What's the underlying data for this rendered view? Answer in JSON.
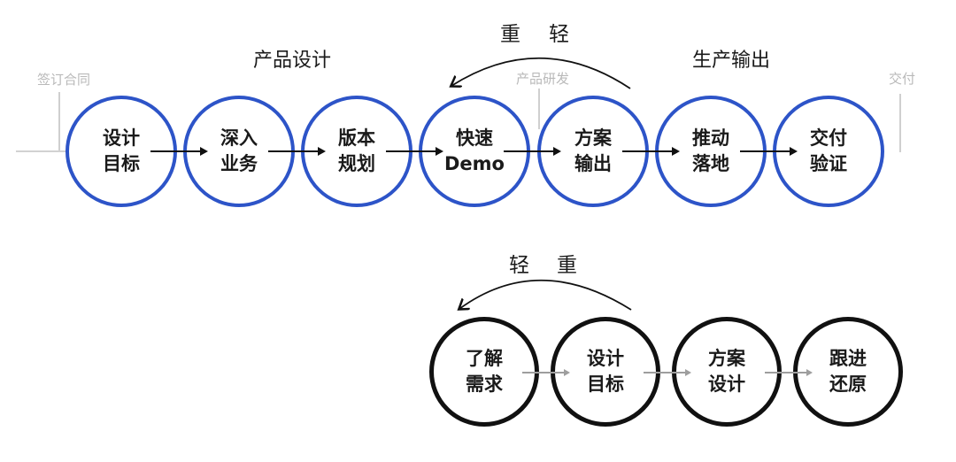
{
  "labels": {
    "product_design": "产品设计",
    "production_output": "生产输出",
    "top_pair": {
      "left": "重",
      "right": "轻"
    },
    "bottom_pair": {
      "left": "轻",
      "right": "重"
    }
  },
  "milestones": [
    {
      "label": "签订合同"
    },
    {
      "label": "产品研发"
    },
    {
      "label": "交付"
    }
  ],
  "top_flow": {
    "steps": [
      {
        "line1": "设计",
        "line2": "目标"
      },
      {
        "line1": "深入",
        "line2": "业务"
      },
      {
        "line1": "版本",
        "line2": "规划"
      },
      {
        "line1": "快速",
        "line2": "Demo"
      },
      {
        "line1": "方案",
        "line2": "输出"
      },
      {
        "line1": "推动",
        "line2": "落地"
      },
      {
        "line1": "交付",
        "line2": "验证"
      }
    ]
  },
  "bottom_flow": {
    "steps": [
      {
        "line1": "了解",
        "line2": "需求"
      },
      {
        "line1": "设计",
        "line2": "目标"
      },
      {
        "line1": "方案",
        "line2": "设计"
      },
      {
        "line1": "跟进",
        "line2": "还原"
      }
    ]
  },
  "colors": {
    "top_circle_stroke": "#2d54c8",
    "bottom_circle_stroke": "#111111",
    "arrow_black": "#111111",
    "arrow_gray": "#9e9e9e",
    "milestone_text_gray": "#b9b9b9",
    "guide_line_gray": "#cfcfcf",
    "text_dark": "#1a1a1a",
    "background": "#ffffff"
  }
}
